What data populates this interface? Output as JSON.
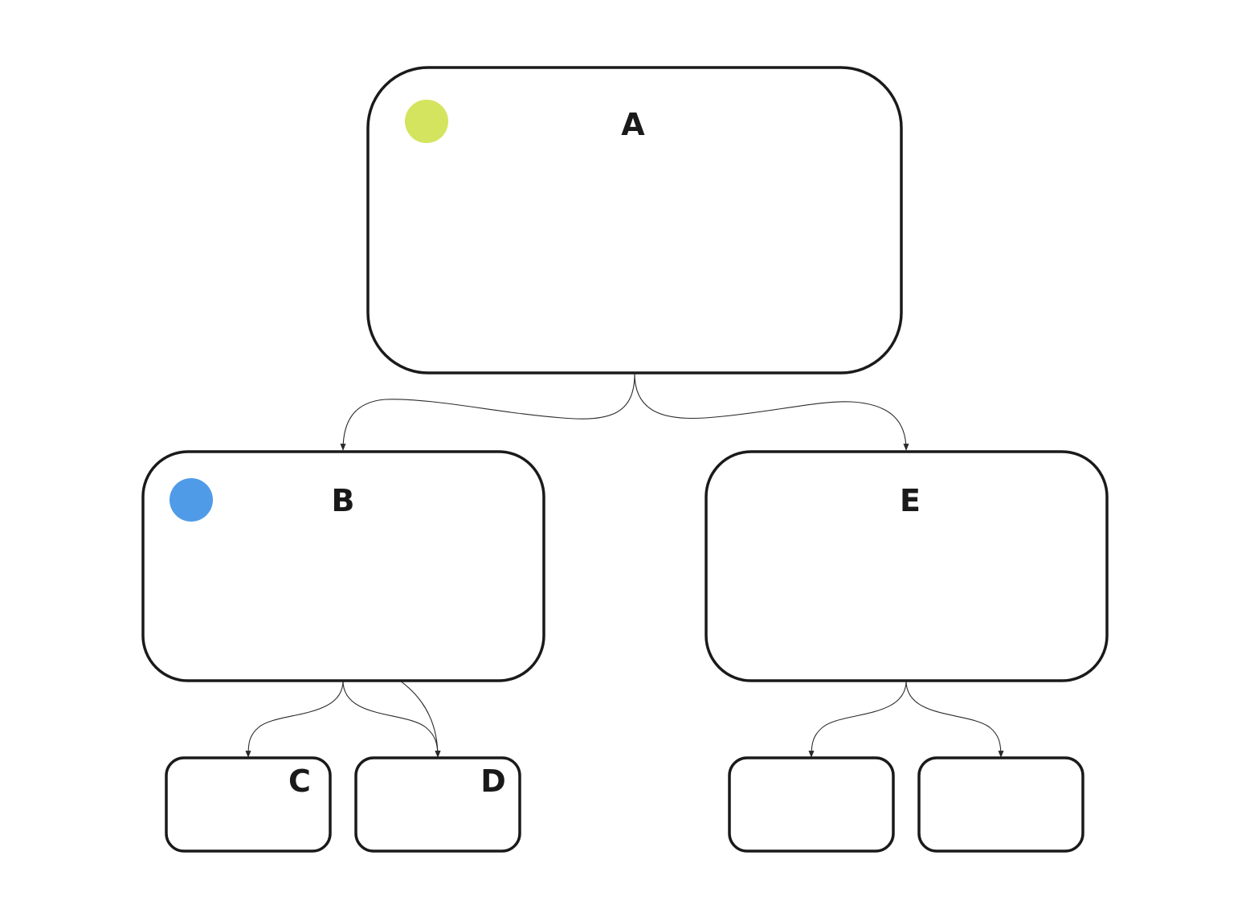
{
  "diagram": {
    "nodes": [
      {
        "id": "A",
        "label": "A",
        "marker_color": "#d4e45e"
      },
      {
        "id": "B",
        "label": "B",
        "marker_color": "#4f9be8"
      },
      {
        "id": "C",
        "label": "C"
      },
      {
        "id": "D",
        "label": "D"
      },
      {
        "id": "E",
        "label": "E"
      },
      {
        "id": "E1",
        "label": ""
      },
      {
        "id": "E2",
        "label": ""
      }
    ],
    "edges": [
      {
        "from": "A",
        "to": "B"
      },
      {
        "from": "A",
        "to": "E"
      },
      {
        "from": "B",
        "to": "C"
      },
      {
        "from": "B",
        "to": "D"
      },
      {
        "from": "B-marker",
        "to": "D"
      },
      {
        "from": "E",
        "to": "E1"
      },
      {
        "from": "E",
        "to": "E2"
      }
    ]
  }
}
